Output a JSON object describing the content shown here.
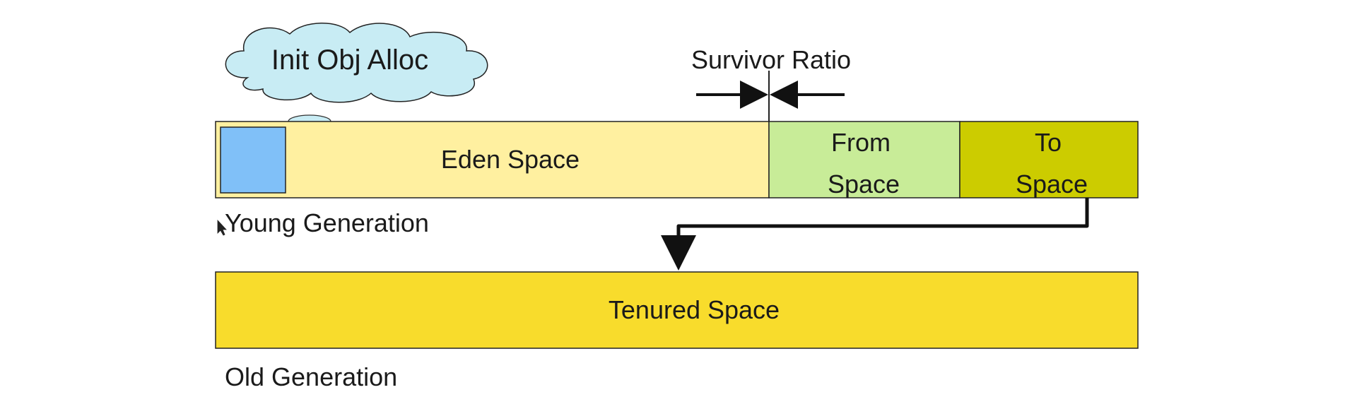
{
  "diagram": {
    "cloud_label": "Init Obj Alloc",
    "survivor_ratio_label": "Survivor Ratio",
    "young_generation_label": "Young Generation",
    "old_generation_label": "Old Generation",
    "eden": {
      "label": "Eden Space",
      "color": "#fff0a0"
    },
    "from_space": {
      "line1": "From",
      "line2": "Space",
      "color": "#c8ec98"
    },
    "to_space": {
      "line1": "To",
      "line2": "Space",
      "color": "#cccc00"
    },
    "tenured": {
      "label": "Tenured Space",
      "color": "#f8dc2c"
    },
    "object_block_color": "#80c0f8",
    "cloud_color": "#c8ecf4"
  }
}
